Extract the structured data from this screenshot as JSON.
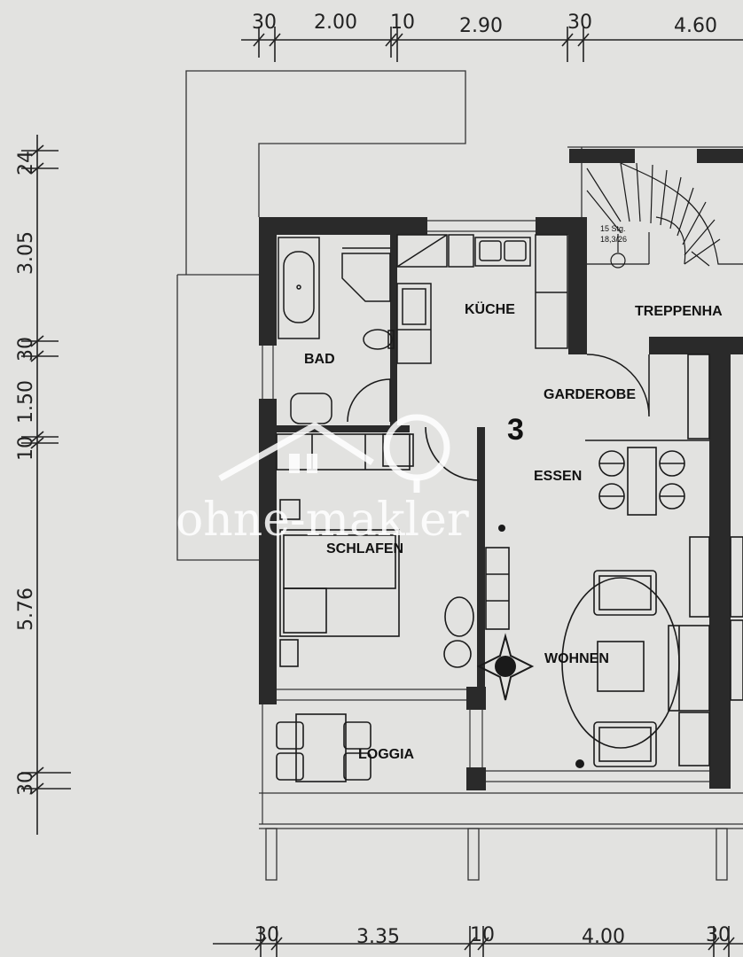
{
  "plan": {
    "unit_number": "3",
    "rooms": {
      "bad": "BAD",
      "kueche": "KÜCHE",
      "treppenhaus": "TREPPENHA",
      "garderobe": "GARDEROBE",
      "essen": "ESSEN",
      "schlafen": "SCHLAFEN",
      "wohnen": "WOHNEN",
      "loggia": "LOGGIA"
    },
    "stair_note": [
      "15 Stg.",
      "18,3/26"
    ],
    "dimensions": {
      "top": [
        "30",
        "2.00",
        "10",
        "2.90",
        "30",
        "4.60"
      ],
      "bottom": [
        "30",
        "3.35",
        "10",
        "4.00",
        "30"
      ],
      "left": [
        "24",
        "3.05",
        "30",
        "1.50",
        "10",
        "5.76",
        "30"
      ]
    }
  },
  "watermark": {
    "text": "ohne-makler"
  },
  "colors": {
    "paper": "#e2e2e0",
    "wall": "#2a2a2a",
    "line": "#1a1a1a",
    "watermark": "#ffffff"
  }
}
